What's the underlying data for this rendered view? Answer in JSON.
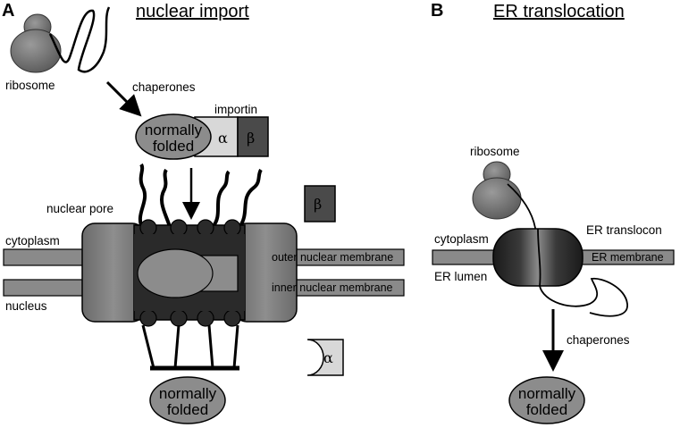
{
  "panel_a": {
    "letter": "A",
    "heading": "nuclear import",
    "labels": {
      "ribosome": "ribosome",
      "chaperones": "chaperones",
      "importin": "importin",
      "nuclear_pore": "nuclear pore",
      "cytoplasm": "cytoplasm",
      "nucleus": "nucleus",
      "outer_membrane": "outer nuclear membrane",
      "inner_membrane": "inner nuclear membrane",
      "alpha": "α",
      "beta": "β",
      "folded_line1": "normally",
      "folded_line2": "folded"
    }
  },
  "panel_b": {
    "letter": "B",
    "heading": "ER translocation",
    "labels": {
      "ribosome": "ribosome",
      "cytoplasm": "cytoplasm",
      "translocon": "ER translocon",
      "er_membrane": "ER membrane",
      "er_lumen": "ER lumen",
      "chaperones": "chaperones",
      "folded_line1": "normally",
      "folded_line2": "folded"
    }
  }
}
